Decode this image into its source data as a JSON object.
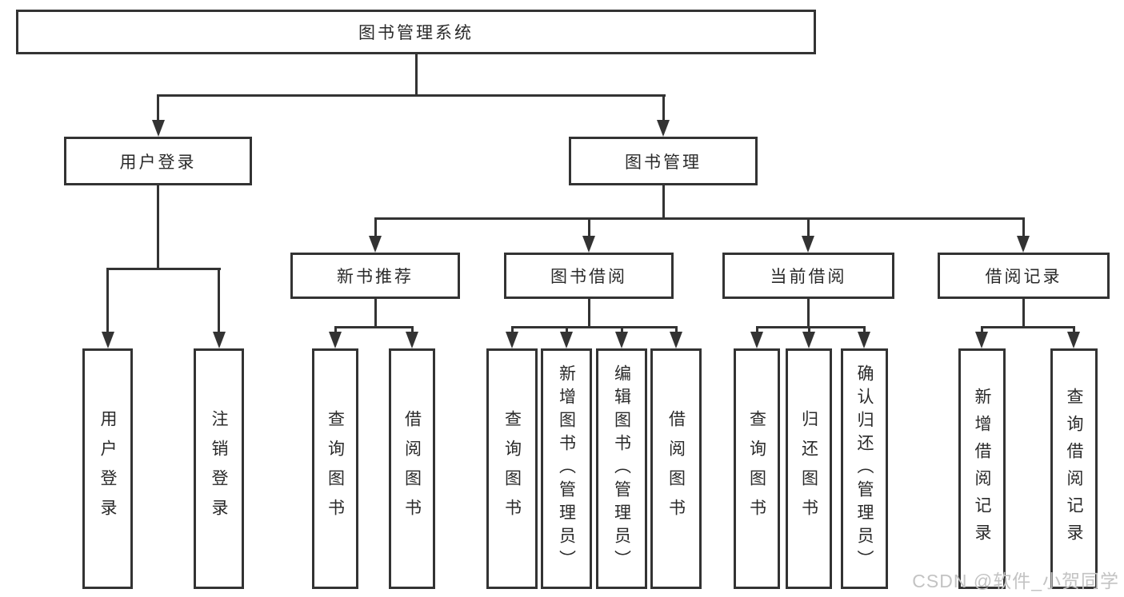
{
  "root": {
    "label": "图书管理系统"
  },
  "level2": {
    "user_login": {
      "label": "用户登录"
    },
    "book_mgmt": {
      "label": "图书管理"
    }
  },
  "level3": {
    "new_books": {
      "label": "新书推荐"
    },
    "borrowing": {
      "label": "图书借阅"
    },
    "current": {
      "label": "当前借阅"
    },
    "records": {
      "label": "借阅记录"
    }
  },
  "leaves": {
    "user_login": [
      "用户登录",
      "注销登录"
    ],
    "new_books": [
      "查询图书",
      "借阅图书"
    ],
    "borrowing": [
      "查询图书",
      "新增图书（管理员）",
      "编辑图书（管理员）",
      "借阅图书"
    ],
    "current": [
      "查询图书",
      "归还图书",
      "确认归还（管理员）"
    ],
    "records": [
      "新增借阅记录",
      "查询借阅记录"
    ]
  },
  "watermark": "CSDN @软件_小贺同学",
  "colors": {
    "line": "#333333",
    "text": "#2a2a2a",
    "background": "#ffffff",
    "watermark": "#c3c3c3"
  }
}
